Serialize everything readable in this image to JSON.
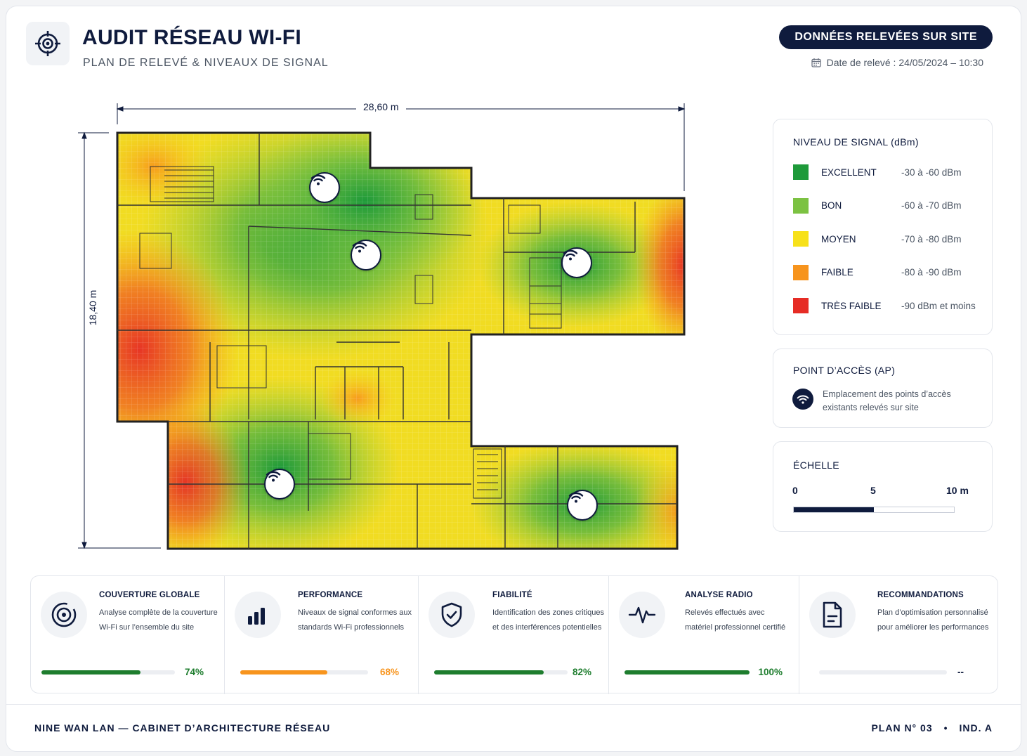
{
  "header": {
    "title": "AUDIT RÉSEAU WI-FI",
    "subtitle": "PLAN DE RELEVÉ & NIVEAUX DE SIGNAL",
    "badge": "DONNÉES RELEVÉES SUR SITE",
    "date": "Date de relevé : 24/05/2024 – 10:30",
    "logo_icon": "target-icon",
    "date_icon": "calendar-icon"
  },
  "map": {
    "width_label": "28,60 m",
    "height_label": "18,40 m",
    "access_point_icon": "wifi-icon",
    "access_point_count": 5
  },
  "legend": {
    "title": "NIVEAU DE SIGNAL (dBm)",
    "items": [
      {
        "name": "EXCELLENT",
        "range": "-30 à -60 dBm",
        "color": "#1e9a3a"
      },
      {
        "name": "BON",
        "range": "-60 à -70 dBm",
        "color": "#7cc242"
      },
      {
        "name": "MOYEN",
        "range": "-70 à -80 dBm",
        "color": "#f7e11a"
      },
      {
        "name": "FAIBLE",
        "range": "-80 à -90 dBm",
        "color": "#f7941d"
      },
      {
        "name": "TRÈS FAIBLE",
        "range": "-90 dBm et moins",
        "color": "#e62c25"
      }
    ]
  },
  "access_point_legend": {
    "title": "POINT D’ACCÈS (AP)",
    "description": "Emplacement des points d’accès existants relevés sur site"
  },
  "scale": {
    "title": "ÉCHELLE",
    "ticks": [
      "0",
      "5",
      "10 m"
    ]
  },
  "cards": [
    {
      "title": "COUVERTURE GLOBALE",
      "description": "Analyse complète de la couverture Wi-Fi sur l’ensemble du site",
      "value": "74%",
      "fraction": 0.74,
      "color": "#1e7d2e",
      "icon": "coverage-target-icon"
    },
    {
      "title": "PERFORMANCE",
      "description": "Niveaux de signal conformes aux standards Wi-Fi professionnels",
      "value": "68%",
      "fraction": 0.68,
      "color": "#f7941d",
      "icon": "bar-chart-icon"
    },
    {
      "title": "FIABILITÉ",
      "description": "Identification des zones critiques et des interférences potentielles",
      "value": "82%",
      "fraction": 0.82,
      "color": "#1e7d2e",
      "icon": "shield-check-icon"
    },
    {
      "title": "ANALYSE RADIO",
      "description": "Relevés effectués avec matériel professionnel certifié",
      "value": "100%",
      "fraction": 1.0,
      "color": "#1e7d2e",
      "icon": "pulse-icon"
    },
    {
      "title": "RECOMMANDATIONS",
      "description": "Plan d’optimisation personnalisé pour améliorer les performances",
      "value": "--",
      "fraction": 0,
      "color": "#0f1b3d",
      "icon": "document-icon"
    }
  ],
  "footer": {
    "left": "NINE WAN LAN — CABINET D’ARCHITECTURE RÉSEAU",
    "plan": "PLAN N° 03",
    "separator": "•",
    "index": "IND. A"
  }
}
